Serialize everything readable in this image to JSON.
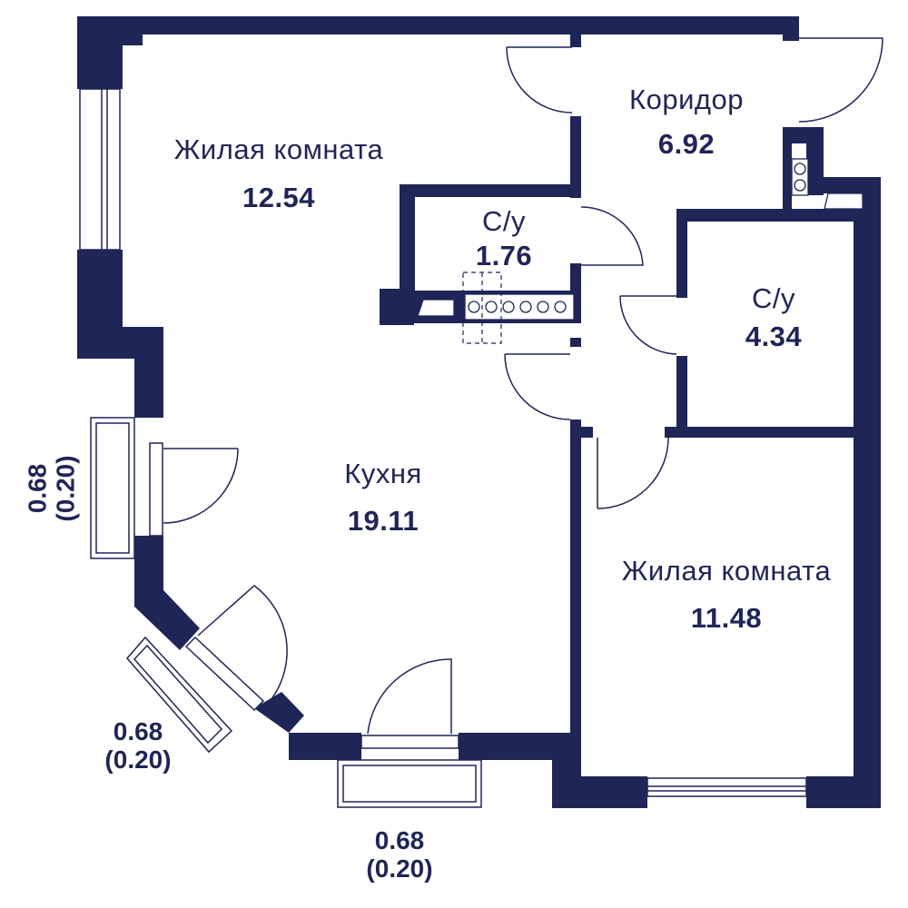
{
  "colors": {
    "wall": "#1f2556",
    "background": "#ffffff",
    "text": "#1f2556"
  },
  "rooms": {
    "living_room_1": {
      "name": "Жилая комната",
      "area": "12.54"
    },
    "corridor": {
      "name": "Коридор",
      "area": "6.92"
    },
    "bathroom_1": {
      "name": "С/у",
      "area": "1.76"
    },
    "bathroom_2": {
      "name": "С/у",
      "area": "4.34"
    },
    "kitchen": {
      "name": "Кухня",
      "area": "19.11"
    },
    "living_room_2": {
      "name": "Жилая комната",
      "area": "11.48"
    }
  },
  "balconies": {
    "left": {
      "area": "0.68",
      "area_reduced": "(0.20)"
    },
    "diagonal": {
      "area": "0.68",
      "area_reduced": "(0.20)"
    },
    "bottom": {
      "area": "0.68",
      "area_reduced": "(0.20)"
    }
  }
}
